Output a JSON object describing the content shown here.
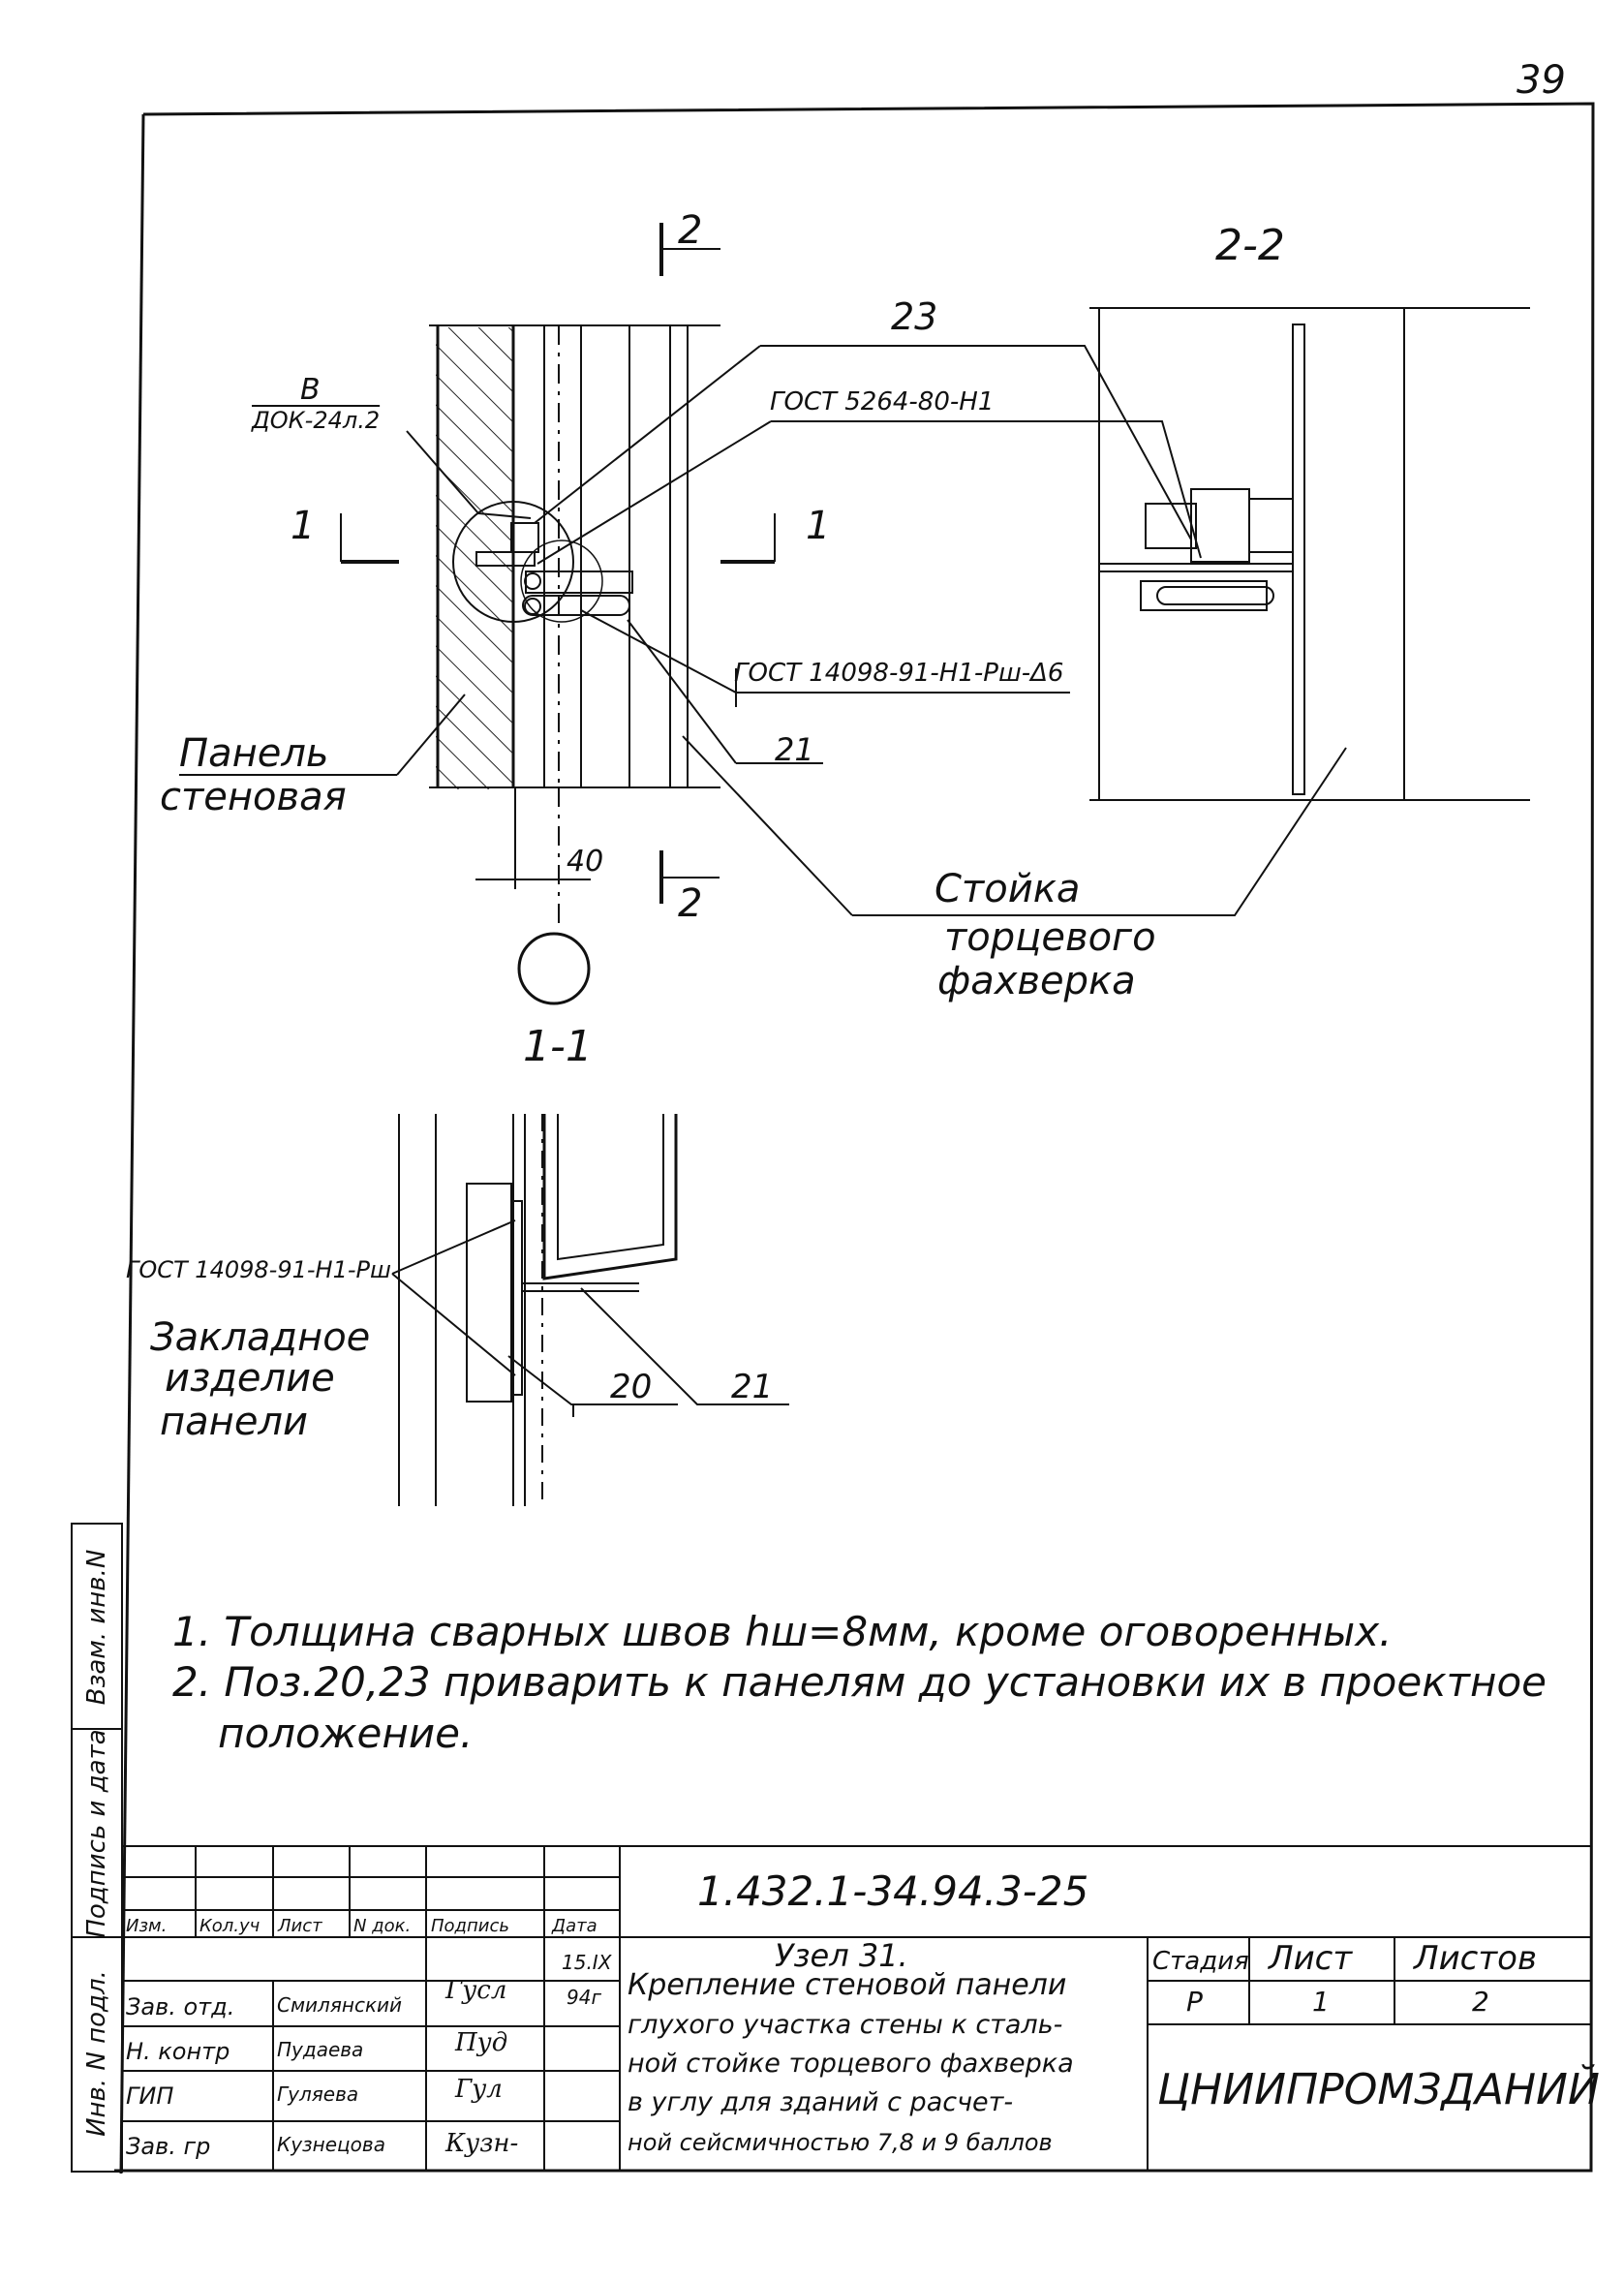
{
  "page_number": "39",
  "views": {
    "section_2_2_title": "2-2",
    "section_1_1_title": "1-1",
    "cut_mark_top": "2",
    "cut_mark_bottom": "2",
    "cut_mark_left": "1",
    "cut_mark_right": "1"
  },
  "callouts": {
    "detail_ref_letter": "В",
    "detail_ref_doc": "ДОК-24л.2",
    "pos_23": "23",
    "pos_21": "21",
    "pos_20": "20",
    "pos_21_b": "21",
    "gost_5264": "ГОСТ 5264-80-Н1",
    "gost_14098_top": "ГОСТ 14098-91-Н1-Рш-Δ6",
    "gost_14098_bottom": "ГОСТ 14098-91-Н1-Рш",
    "dim_40": "40"
  },
  "labels": {
    "panel_line1": "Панель",
    "panel_line2": "стеновая",
    "post_line1": "Стойка",
    "post_line2": "торцевого",
    "post_line3": "фахверка",
    "embed_line1": "Закладное",
    "embed_line2": "изделие",
    "embed_line3": "панели"
  },
  "notes": [
    "1. Толщина сварных швов hш=8мм, кроме оговоренных.",
    "2. Поз.20,23 приварить к панелям до установки их в проектное",
    "положение."
  ],
  "title_block": {
    "doc_code": "1.432.1-34.94.3-25",
    "headers": [
      "Изм.",
      "Кол.уч",
      "Лист",
      "N док.",
      "Подпись",
      "Дата"
    ],
    "roles": [
      "Зав. отд.",
      "Н. контр",
      "ГИП",
      "Зав. гр"
    ],
    "names": [
      "Смилянский",
      "Пудаева",
      "Гуляева",
      "Кузнецова"
    ],
    "signatures": [
      "Гусл",
      "Пуд",
      "Гул",
      "Кузн-"
    ],
    "date_line1": "15.IX",
    "date_line2": "94г",
    "node_title": "Узел 31.",
    "desc_lines": [
      "Крепление стеновой панели",
      "глухого участка стены к сталь-",
      "ной стойке торцевого фахверка",
      "в углу для зданий с расчет-",
      "ной сейсмичностью 7,8 и 9 баллов"
    ],
    "stage_label": "Стадия",
    "sheet_label": "Лист",
    "sheets_label": "Листов",
    "stage_value": "Р",
    "sheet_value": "1",
    "sheets_value": "2",
    "org": "ЦНИИПРОМЗДАНИЙ"
  },
  "side_stamp": {
    "inv_orig": "Инв. N подл.",
    "sign_date": "Подпись и дата",
    "inv_dup": "Взам. инв.N"
  }
}
